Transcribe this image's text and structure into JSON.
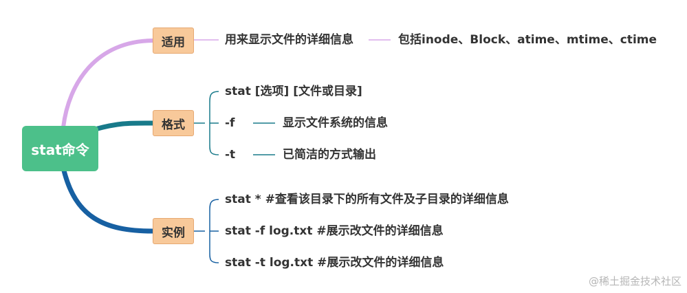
{
  "root": {
    "label": "stat命令"
  },
  "branches": {
    "usage": {
      "label": "适用",
      "text": "用来显示文件的详细信息",
      "detail": "包括inode、Block、atime、mtime、ctime"
    },
    "format": {
      "label": "格式",
      "items": [
        {
          "text": "stat [选项] [文件或目录]"
        },
        {
          "text": "-f",
          "desc": "显示文件系统的信息"
        },
        {
          "text": "-t",
          "desc": "已简洁的方式输出"
        }
      ]
    },
    "examples": {
      "label": "实例",
      "items": [
        {
          "text": "stat *  #查看该目录下的所有文件及子目录的详细信息"
        },
        {
          "text": "stat -f log.txt #展示改文件的详细信息"
        },
        {
          "text": "stat -t log.txt #展示改文件的详细信息"
        }
      ]
    }
  },
  "watermark": "@稀土掘金技术社区",
  "colors": {
    "root_fill": "#4cc08a",
    "branch_fill": "#f8c99a",
    "usage_link": "#d7a7e8",
    "format_link": "#187a8a",
    "examples_link": "#1760a2"
  }
}
